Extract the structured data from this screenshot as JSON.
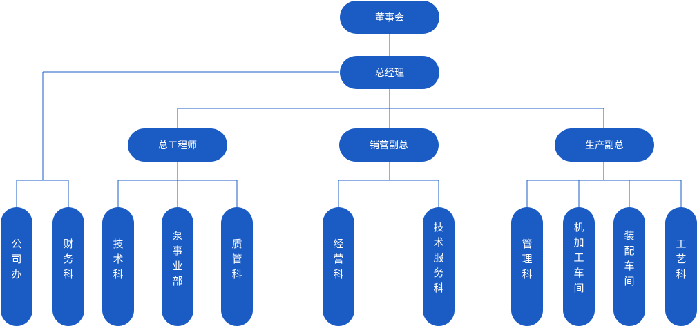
{
  "org": {
    "board": "董事会",
    "gm": "总经理",
    "chief_engineer": "总工程师",
    "sales_vp": "销营副总",
    "production_vp": "生产副总",
    "company_office": "公司办",
    "finance": "财务科",
    "tech": "技术科",
    "pump": "泵事业部",
    "quality": "质管科",
    "business": "经营科",
    "tech_service": "技术服务科",
    "management": "管理科",
    "machining": "机加工车间",
    "assembly": "装配车间",
    "process": "工艺科"
  },
  "colors": {
    "node_fill": "#1a5bc4",
    "line": "#1a5cc4",
    "text": "#ffffff"
  }
}
